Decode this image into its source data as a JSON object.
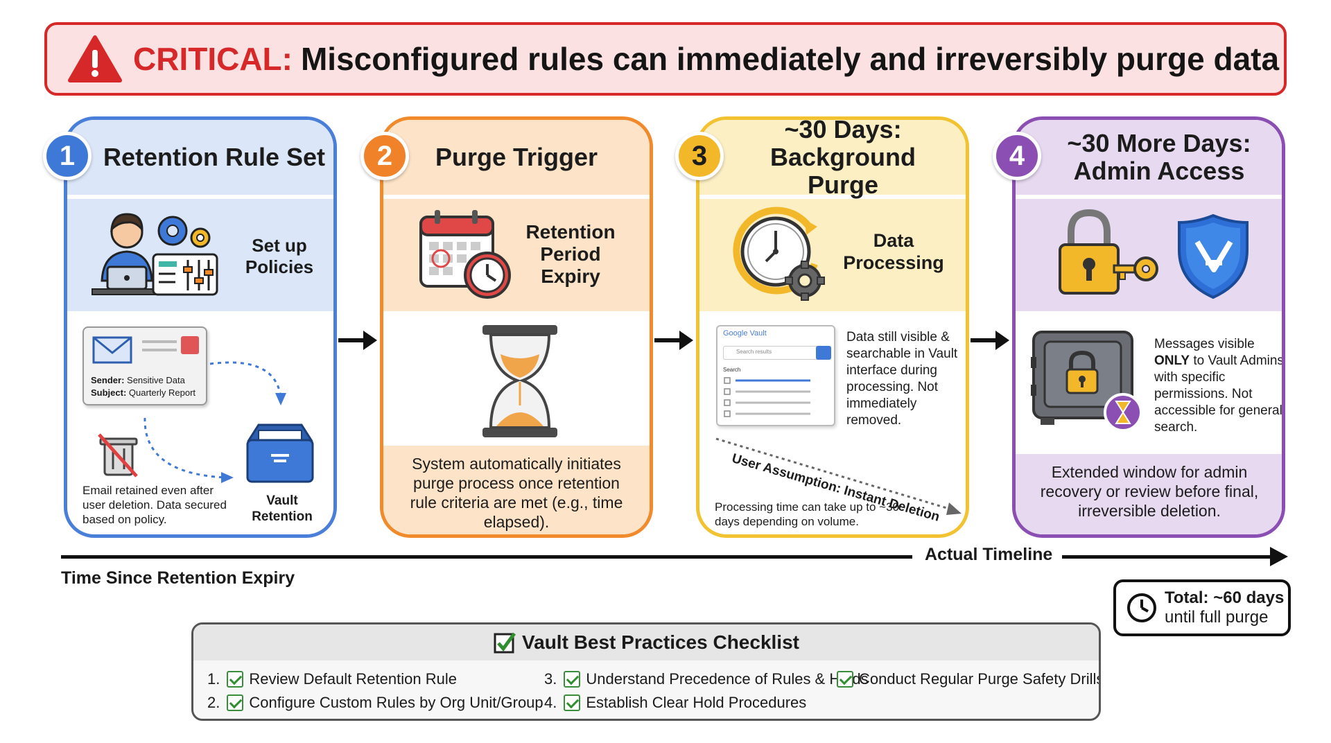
{
  "banner": {
    "critical": "CRITICAL:",
    "message": "Misconfigured rules can immediately and irreversibly purge data"
  },
  "stages": [
    {
      "number": "1",
      "title": "Retention Rule Set",
      "subtitle": "Set up Policies",
      "email_sender_label": "Sender:",
      "email_sender": "Sensitive Data",
      "email_subject_label": "Subject:",
      "email_subject": "Quarterly Report",
      "note": "Email retained even after user deletion. Data secured based on policy.",
      "vault_label": "Vault Retention",
      "color": "#4a7fd9"
    },
    {
      "number": "2",
      "title": "Purge Trigger",
      "subtitle": "Retention Period Expiry",
      "description": "System automatically initiates purge process once retention rule criteria are met (e.g., time elapsed).",
      "color": "#f08a2a"
    },
    {
      "number": "3",
      "title": "~30 Days: Background Purge",
      "subtitle": "Data Processing",
      "vault_brand": "Google Vault",
      "vault_search_placeholder": "Search results",
      "vault_search_label": "Search",
      "description": "Data still visible & searchable in Vault interface during processing. Not immediately removed.",
      "assumption": "User Assumption: Instant Deletion",
      "note": "Processing time can take up to ~30 days depending on volume.",
      "color": "#f2c230"
    },
    {
      "number": "4",
      "title": "~30 More Days: Admin Access",
      "desc_part1": "Messages visible",
      "desc_only": "ONLY",
      "desc_part2": "to Vault Admins with specific permissions. Not accessible for general search.",
      "extended": "Extended window for admin recovery or review before final, irreversible deletion.",
      "color": "#8b4fb3"
    }
  ],
  "timeline": {
    "label": "Actual Timeline",
    "axis": "Time Since Retention Expiry",
    "total_bold": "Total: ~60 days",
    "total_rest": "until full purge"
  },
  "checklist": {
    "title": "Vault Best Practices Checklist",
    "items": [
      {
        "num": "1.",
        "text": "Review Default Retention Rule"
      },
      {
        "num": "2.",
        "text": "Configure Custom Rules by Org Unit/Group"
      },
      {
        "num": "3.",
        "text": "Understand Precedence of Rules & Holds"
      },
      {
        "num": "",
        "text": "Conduct Regular Purge Safety Drills"
      },
      {
        "num": "4.",
        "text": "Establish Clear Hold Procedures"
      }
    ]
  }
}
